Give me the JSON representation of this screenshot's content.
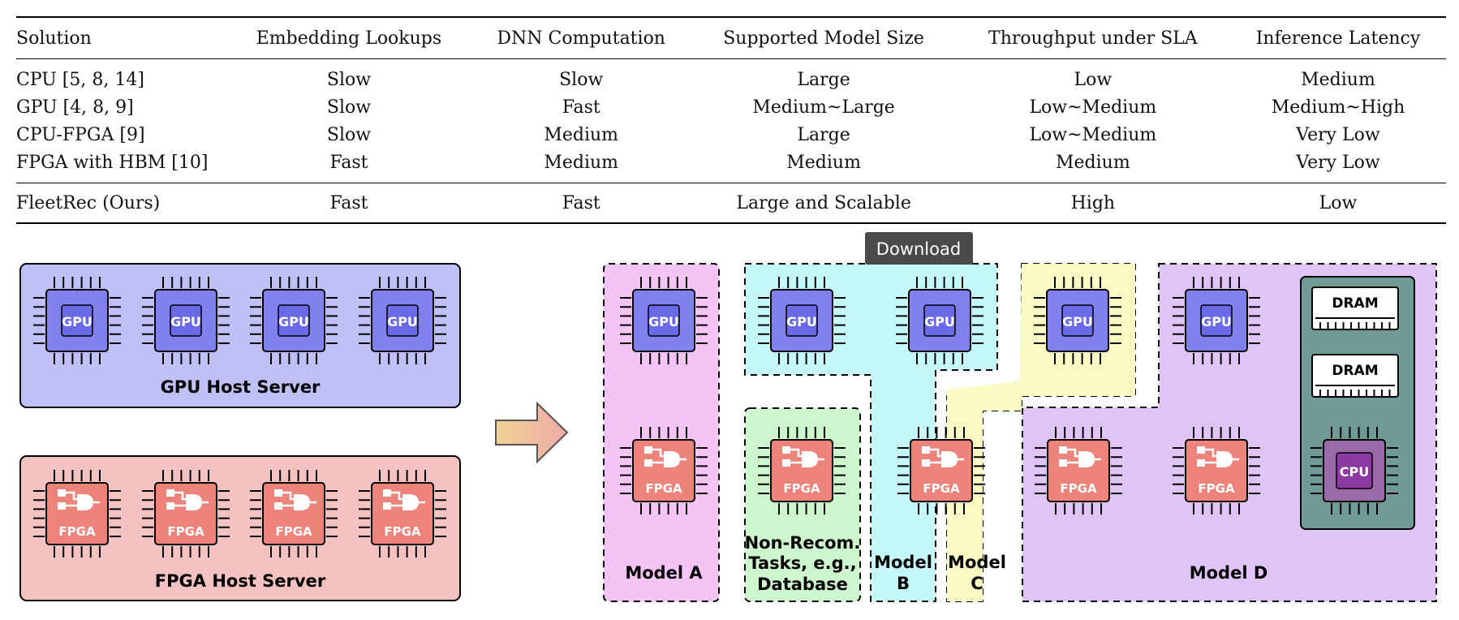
{
  "table": {
    "headers": [
      "Solution",
      "Embedding Lookups",
      "DNN Computation",
      "Supported Model Size",
      "Throughput under SLA",
      "Inference Latency"
    ],
    "rows": [
      [
        "CPU [5, 8, 14]",
        "Slow",
        "Slow",
        "Large",
        "Low",
        "Medium"
      ],
      [
        "GPU [4, 8, 9]",
        "Slow",
        "Fast",
        "Medium~Large",
        "Low~Medium",
        "Medium~High"
      ],
      [
        "CPU-FPGA [9]",
        "Slow",
        "Medium",
        "Large",
        "Low~Medium",
        "Very Low"
      ],
      [
        "FPGA with HBM [10]",
        "Fast",
        "Medium",
        "Medium",
        "Medium",
        "Very Low"
      ]
    ],
    "ours": [
      "FleetRec (Ours)",
      "Fast",
      "Fast",
      "Large and Scalable",
      "High",
      "Low"
    ]
  },
  "figure": {
    "gpu_label": "GPU",
    "fpga_label": "FPGA",
    "cpu_label": "CPU",
    "dram_label": "DRAM",
    "gpu_server_label": "GPU Host Server",
    "fpga_server_label": "FPGA Host Server",
    "model_a": "Model A",
    "nonrecom": [
      "Non-Recom.",
      "Tasks, e.g.,",
      "Database"
    ],
    "model_b": [
      "Model",
      "B"
    ],
    "model_c": [
      "Model",
      "C"
    ],
    "model_d": "Model D",
    "download_tooltip": "Download",
    "colors": {
      "gpu_server_bg": "#c0c0f8",
      "fpga_server_bg": "#f4c2c0",
      "gpu_chip": "#6a6ae6",
      "fpga_chip": "#ec847c",
      "cpu_chip": "#8a3aa0",
      "cpu_box": "#6f9a96",
      "model_a": "#f4c4f4",
      "model_b": "#c4f8fa",
      "model_c": "#fafac4",
      "model_d": "#e0c4f6",
      "nonrecom": "#cef6cc"
    }
  }
}
